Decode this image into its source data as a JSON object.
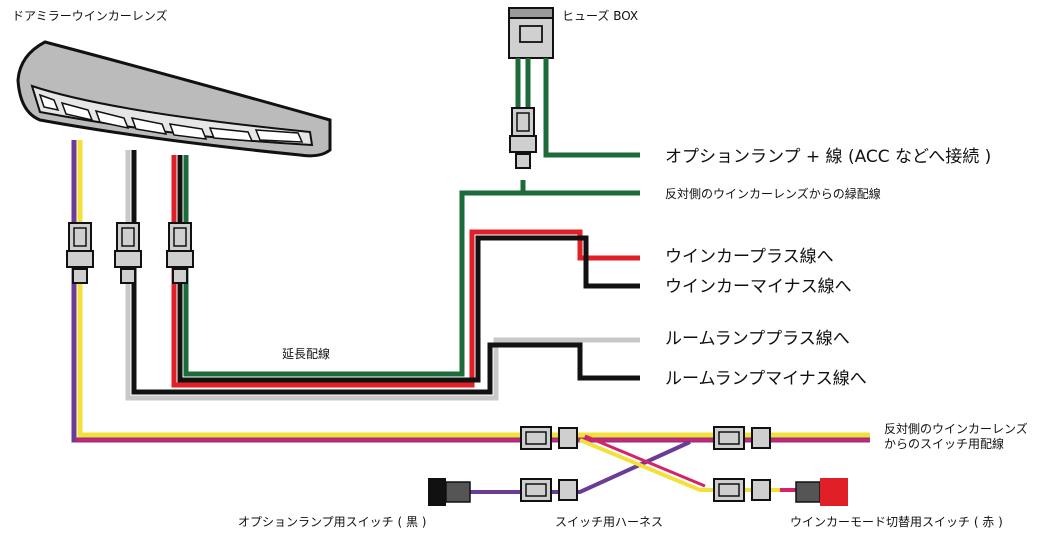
{
  "labels": {
    "mirror_lens": "ドアミラーウインカーレンズ",
    "fuse_box": "ヒューズ BOX",
    "option_plus": "オプションランプ + 線 (ACC などへ接続 )",
    "green_from_other": "反対側のウインカーレンズからの緑配線",
    "winker_plus": "ウインカープラス線へ",
    "winker_minus": "ウインカーマイナス線へ",
    "room_plus": "ルームランププラス線へ",
    "room_minus": "ルームランプマイナス線へ",
    "extension": "延長配線",
    "switch_from_other_1": "反対側のウインカーレンズ",
    "switch_from_other_2": "からのスイッチ用配線",
    "option_switch": "オプションランプ用スイッチ ( 黒 )",
    "harness": "スイッチ用ハーネス",
    "mode_switch": "ウインカーモード切替用スイッチ ( 赤 )"
  },
  "colors": {
    "green": "#1d6b3a",
    "red": "#e01f26",
    "black": "#111111",
    "gray": "#c8c8c8",
    "yellow": "#f3e13a",
    "magenta": "#d6226a",
    "purple": "#6b3b96"
  }
}
